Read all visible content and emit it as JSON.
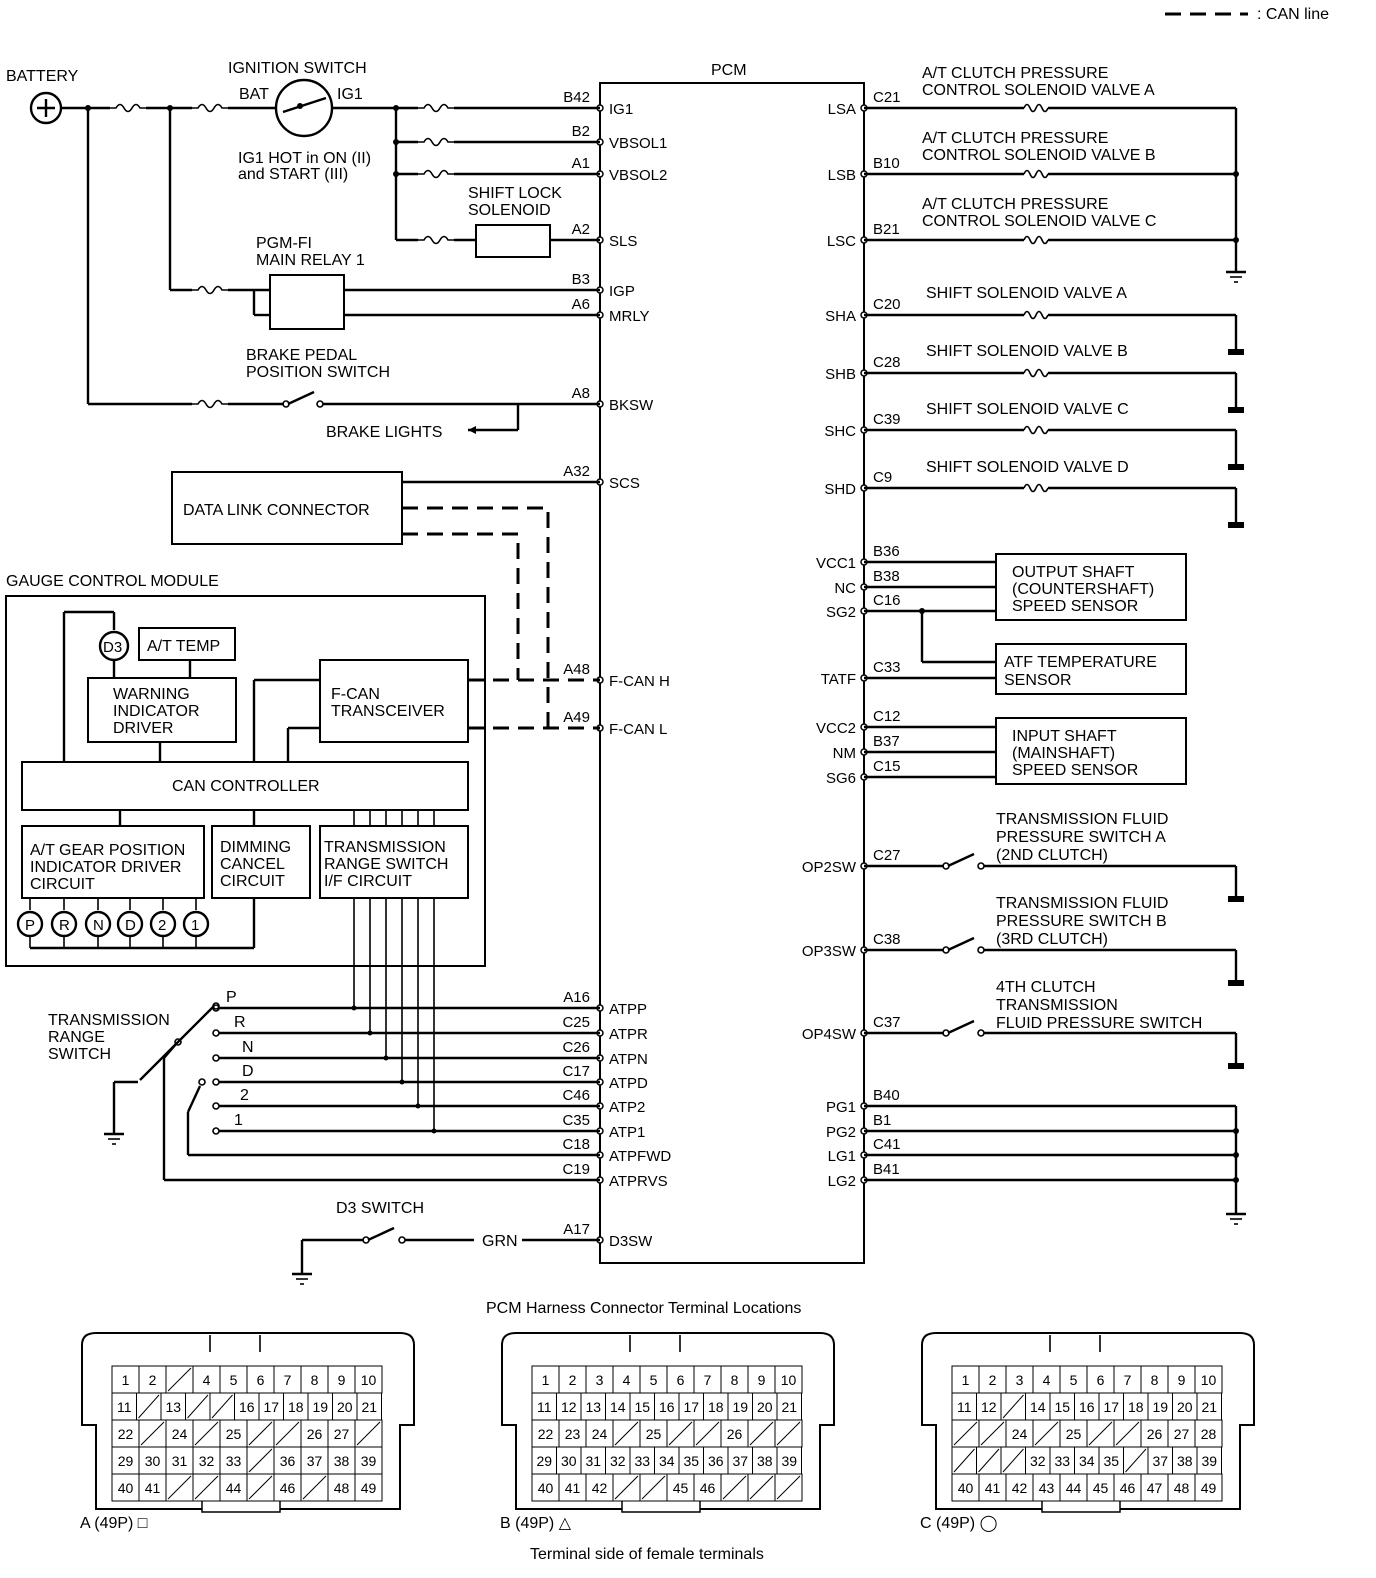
{
  "legend": {
    "can_line": ": CAN line"
  },
  "labels": {
    "battery": "BATTERY",
    "ignition_switch": "IGNITION SWITCH",
    "bat": "BAT",
    "ig1": "IG1",
    "ig1_hot_1": "IG1 HOT in ON (II)",
    "ig1_hot_2": "and START (III)",
    "shift_lock_1": "SHIFT LOCK",
    "shift_lock_2": "SOLENOID",
    "pgmfi_1": "PGM-FI",
    "pgmfi_2": "MAIN RELAY 1",
    "brake_switch_1": "BRAKE PEDAL",
    "brake_switch_2": "POSITION SWITCH",
    "brake_lights": "BRAKE LIGHTS",
    "dlc": "DATA LINK CONNECTOR",
    "gcm": "GAUGE CONTROL MODULE",
    "d3_circle": "D3",
    "at_temp": "A/T TEMP",
    "warn_1": "WARNING",
    "warn_2": "INDICATOR",
    "warn_3": "DRIVER",
    "fcan_1": "F-CAN",
    "fcan_2": "TRANSCEIVER",
    "can_controller": "CAN CONTROLLER",
    "gear_1": "A/T GEAR POSITION",
    "gear_2": "INDICATOR DRIVER",
    "gear_3": "CIRCUIT",
    "dim_1": "DIMMING",
    "dim_2": "CANCEL",
    "dim_3": "CIRCUIT",
    "trs_if_1": "TRANSMISSION",
    "trs_if_2": "RANGE SWITCH",
    "trs_if_3": "I/F CIRCUIT",
    "gear_lamps": [
      "P",
      "R",
      "N",
      "D",
      "2",
      "1"
    ],
    "trs_1": "TRANSMISSION",
    "trs_2": "RANGE",
    "trs_3": "SWITCH",
    "range_positions": [
      "P",
      "R",
      "N",
      "D",
      "2",
      "1"
    ],
    "d3_switch": "D3 SWITCH",
    "grn": "GRN",
    "pcm": "PCM",
    "lsa_1": "A/T CLUTCH PRESSURE",
    "lsa_2": "CONTROL SOLENOID VALVE A",
    "lsb_1": "A/T CLUTCH PRESSURE",
    "lsb_2": "CONTROL SOLENOID VALVE B",
    "lsc_1": "A/T CLUTCH PRESSURE",
    "lsc_2": "CONTROL SOLENOID VALVE C",
    "sha": "SHIFT SOLENOID VALVE A",
    "shb": "SHIFT SOLENOID VALVE B",
    "shc": "SHIFT SOLENOID VALVE C",
    "shd": "SHIFT SOLENOID VALVE D",
    "oss_1": "OUTPUT SHAFT",
    "oss_2": "(COUNTERSHAFT)",
    "oss_3": "SPEED SENSOR",
    "atf_1": "ATF TEMPERATURE",
    "atf_2": "SENSOR",
    "iss_1": "INPUT SHAFT",
    "iss_2": "(MAINSHAFT)",
    "iss_3": "SPEED SENSOR",
    "op2_1": "TRANSMISSION FLUID",
    "op2_2": "PRESSURE SWITCH A",
    "op2_3": "(2ND CLUTCH)",
    "op3_1": "TRANSMISSION FLUID",
    "op3_2": "PRESSURE SWITCH B",
    "op3_3": "(3RD CLUTCH)",
    "op4_1": "4TH CLUTCH",
    "op4_2": "TRANSMISSION",
    "op4_3": "FLUID PRESSURE SWITCH",
    "harness_title": "PCM Harness Connector Terminal Locations",
    "terminal_side": "Terminal side of female terminals",
    "conn_a": "A (49P) □",
    "conn_b": "B (49P) △",
    "conn_c": "C (49P) ◯"
  },
  "pcm_left_pins": [
    {
      "code": "B42",
      "name": "IG1"
    },
    {
      "code": "B2",
      "name": "VBSOL1"
    },
    {
      "code": "A1",
      "name": "VBSOL2"
    },
    {
      "code": "A2",
      "name": "SLS"
    },
    {
      "code": "B3",
      "name": "IGP"
    },
    {
      "code": "A6",
      "name": "MRLY"
    },
    {
      "code": "A8",
      "name": "BKSW"
    },
    {
      "code": "A32",
      "name": "SCS"
    },
    {
      "code": "A48",
      "name": "F-CAN H"
    },
    {
      "code": "A49",
      "name": "F-CAN L"
    },
    {
      "code": "A16",
      "name": "ATPP"
    },
    {
      "code": "C25",
      "name": "ATPR"
    },
    {
      "code": "C26",
      "name": "ATPN"
    },
    {
      "code": "C17",
      "name": "ATPD"
    },
    {
      "code": "C46",
      "name": "ATP2"
    },
    {
      "code": "C35",
      "name": "ATP1"
    },
    {
      "code": "C18",
      "name": "ATPFWD"
    },
    {
      "code": "C19",
      "name": "ATPRVS"
    },
    {
      "code": "A17",
      "name": "D3SW"
    }
  ],
  "pcm_right_pins": [
    {
      "code": "C21",
      "name": "LSA"
    },
    {
      "code": "B10",
      "name": "LSB"
    },
    {
      "code": "B21",
      "name": "LSC"
    },
    {
      "code": "C20",
      "name": "SHA"
    },
    {
      "code": "C28",
      "name": "SHB"
    },
    {
      "code": "C39",
      "name": "SHC"
    },
    {
      "code": "C9",
      "name": "SHD"
    },
    {
      "code": "B36",
      "name": "VCC1"
    },
    {
      "code": "B38",
      "name": "NC"
    },
    {
      "code": "C16",
      "name": "SG2"
    },
    {
      "code": "C33",
      "name": "TATF"
    },
    {
      "code": "C12",
      "name": "VCC2"
    },
    {
      "code": "B37",
      "name": "NM"
    },
    {
      "code": "C15",
      "name": "SG6"
    },
    {
      "code": "C27",
      "name": "OP2SW"
    },
    {
      "code": "C38",
      "name": "OP3SW"
    },
    {
      "code": "C37",
      "name": "OP4SW"
    },
    {
      "code": "B40",
      "name": "PG1"
    },
    {
      "code": "B1",
      "name": "PG2"
    },
    {
      "code": "C41",
      "name": "LG1"
    },
    {
      "code": "B41",
      "name": "LG2"
    }
  ],
  "connectors": [
    {
      "rows": [
        [
          "1",
          "2",
          "",
          "4",
          "5",
          "6",
          "7",
          "8",
          "9",
          "10"
        ],
        [
          "11",
          "",
          "13",
          "",
          "",
          "16",
          "17",
          "18",
          "19",
          "20",
          "21"
        ],
        [
          "22",
          "",
          "24",
          "",
          "25",
          "",
          "",
          "26",
          "27",
          ""
        ],
        [
          "29",
          "30",
          "31",
          "32",
          "33",
          "",
          "36",
          "37",
          "38",
          "39"
        ],
        [
          "40",
          "41",
          "",
          "",
          "44",
          "",
          "46",
          "",
          "48",
          "49"
        ]
      ]
    },
    {
      "rows": [
        [
          "1",
          "2",
          "3",
          "4",
          "5",
          "6",
          "7",
          "8",
          "9",
          "10"
        ],
        [
          "11",
          "12",
          "13",
          "14",
          "15",
          "16",
          "17",
          "18",
          "19",
          "20",
          "21"
        ],
        [
          "22",
          "23",
          "24",
          "",
          "25",
          "",
          "",
          "26",
          "",
          ""
        ],
        [
          "29",
          "30",
          "31",
          "32",
          "33",
          "34",
          "35",
          "36",
          "37",
          "38",
          "39"
        ],
        [
          "40",
          "41",
          "42",
          "",
          "",
          "45",
          "46",
          "",
          "",
          ""
        ]
      ]
    },
    {
      "rows": [
        [
          "1",
          "2",
          "3",
          "4",
          "5",
          "6",
          "7",
          "8",
          "9",
          "10"
        ],
        [
          "11",
          "12",
          "",
          "14",
          "15",
          "16",
          "17",
          "18",
          "19",
          "20",
          "21"
        ],
        [
          "",
          "",
          "24",
          "",
          "25",
          "",
          "",
          "26",
          "27",
          "28"
        ],
        [
          "",
          "",
          "",
          "32",
          "33",
          "34",
          "35",
          "",
          "37",
          "38",
          "39"
        ],
        [
          "40",
          "41",
          "42",
          "43",
          "44",
          "45",
          "46",
          "47",
          "48",
          "49"
        ]
      ]
    }
  ]
}
